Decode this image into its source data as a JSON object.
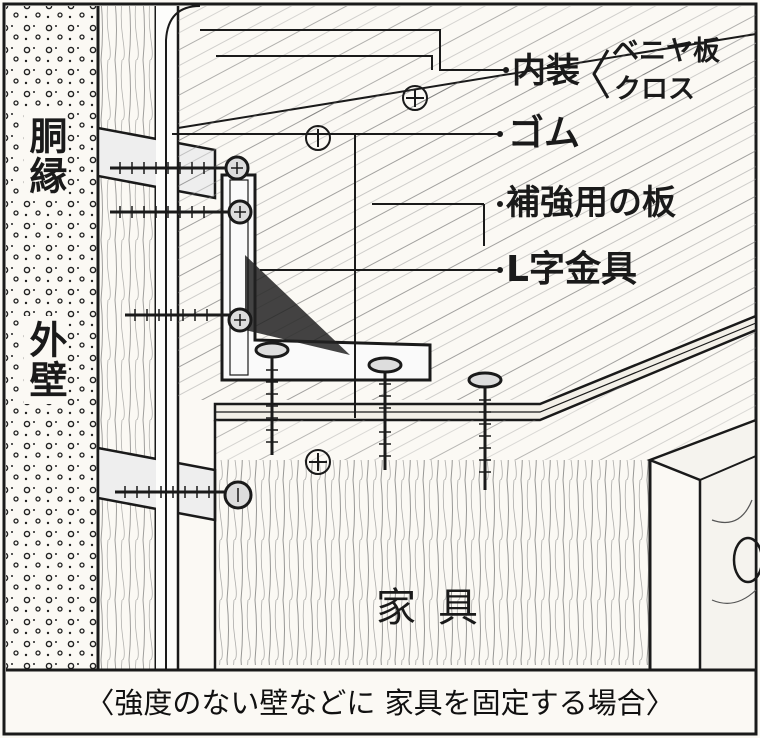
{
  "labels": {
    "interior": "内装",
    "veneer": "ベニヤ板",
    "cloth": "クロス",
    "rubber": "ゴム",
    "reinforcing_board": "補強用の板",
    "l_bracket": "L字金具",
    "furniture": "家具",
    "furring_strip": "胴縁",
    "exterior_wall": "外壁"
  },
  "caption": "〈強度のない壁などに 家具を固定する場合〉"
}
